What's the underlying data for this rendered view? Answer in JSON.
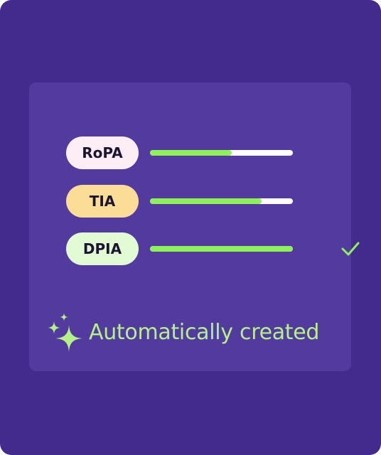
{
  "colors": {
    "background": "#432b8e",
    "panel": "#533a9e",
    "progress_fill": "#8ef05a",
    "progress_track": "#ffffff",
    "accent_text": "#b6f08a"
  },
  "documents": [
    {
      "label": "RoPA",
      "progress": 0.57,
      "pill_color": "#fdeef6",
      "complete": false
    },
    {
      "label": "TIA",
      "progress": 0.78,
      "pill_color": "#fbdd97",
      "complete": false
    },
    {
      "label": "DPIA",
      "progress": 1.0,
      "pill_color": "#e3fbd5",
      "complete": true
    }
  ],
  "check_icon": "check-icon",
  "sparkle_icon": "sparkles-icon",
  "caption": "Automatically created"
}
